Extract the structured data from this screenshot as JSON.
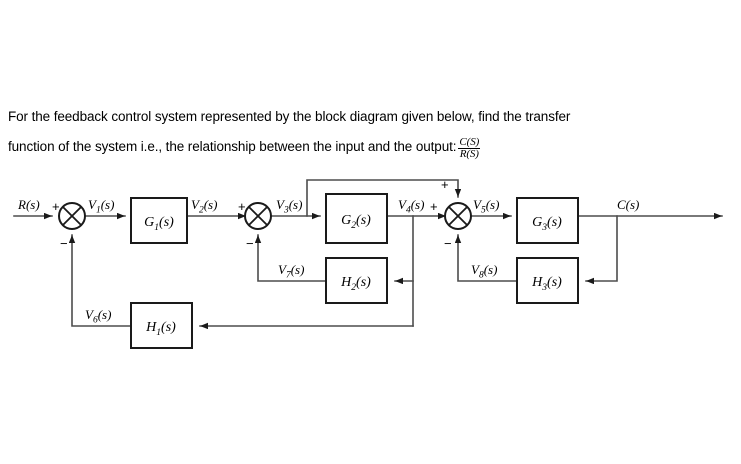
{
  "question": {
    "line1": "For the feedback control system represented by the block diagram given below, find the transfer",
    "line2_prefix": "function of the system i.e., the relationship between the input and the output:",
    "fraction_numerator": "C(S)",
    "fraction_denominator": "R(S)"
  },
  "diagram": {
    "type": "control-system-block-diagram",
    "stroke_color": "#4d4d4d",
    "text_color": "#000000",
    "blocks": [
      {
        "id": "G1",
        "base": "G",
        "sub": "1",
        "arg": "(s)",
        "label": "G₁(s)"
      },
      {
        "id": "G2",
        "base": "G",
        "sub": "2",
        "arg": "(s)",
        "label": "G₂(s)"
      },
      {
        "id": "G3",
        "base": "G",
        "sub": "3",
        "arg": "(s)",
        "label": "G₃(s)"
      },
      {
        "id": "H1",
        "base": "H",
        "sub": "1",
        "arg": "(s)",
        "label": "H₁(s)"
      },
      {
        "id": "H2",
        "base": "H",
        "sub": "2",
        "arg": "(s)",
        "label": "H₂(s)"
      },
      {
        "id": "H3",
        "base": "H",
        "sub": "3",
        "arg": "(s)",
        "label": "H₃(s)"
      }
    ],
    "signals": [
      {
        "id": "R",
        "base": "R",
        "sub": "",
        "arg": "(s)",
        "label": "R(s)"
      },
      {
        "id": "V1",
        "base": "V",
        "sub": "1",
        "arg": "(s)",
        "label": "V₁(s)"
      },
      {
        "id": "V2",
        "base": "V",
        "sub": "2",
        "arg": "(s)",
        "label": "V₂(s)"
      },
      {
        "id": "V3",
        "base": "V",
        "sub": "3",
        "arg": "(s)",
        "label": "V₃(s)"
      },
      {
        "id": "V4",
        "base": "V",
        "sub": "4",
        "arg": "(s)",
        "label": "V₄(s)"
      },
      {
        "id": "V5",
        "base": "V",
        "sub": "5",
        "arg": "(s)",
        "label": "V₅(s)"
      },
      {
        "id": "V6",
        "base": "V",
        "sub": "6",
        "arg": "(s)",
        "label": "V₆(s)"
      },
      {
        "id": "V7",
        "base": "V",
        "sub": "7",
        "arg": "(s)",
        "label": "V₇(s)"
      },
      {
        "id": "V8",
        "base": "V",
        "sub": "8",
        "arg": "(s)",
        "label": "V₈(s)"
      },
      {
        "id": "C",
        "base": "C",
        "sub": "",
        "arg": "(s)",
        "label": "C(s)"
      }
    ],
    "summing_junctions": [
      {
        "id": "sum1",
        "plus_left": "+",
        "minus_bottom": "−"
      },
      {
        "id": "sum2",
        "plus_left": "+",
        "minus_bottom": "−"
      },
      {
        "id": "sum3",
        "plus_top": "+",
        "plus_left": "+",
        "minus_bottom": "−"
      }
    ],
    "signs": {
      "plus": "+",
      "minus": "−"
    }
  }
}
